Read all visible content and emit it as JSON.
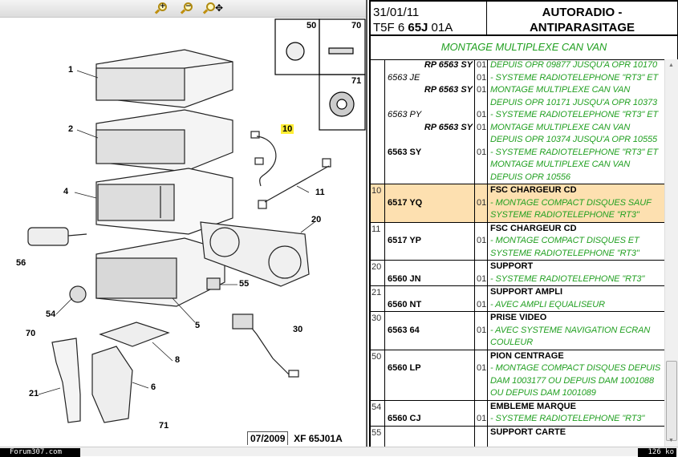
{
  "toolbar": {
    "zoom_in": "zoom-in",
    "zoom_out": "zoom-out",
    "zoom_pan": "zoom-pan"
  },
  "diagram": {
    "callouts": [
      "1",
      "2",
      "4",
      "56",
      "54",
      "70",
      "21",
      "8",
      "6",
      "71",
      "5",
      "55",
      "30",
      "20",
      "11",
      "10",
      "50",
      "70",
      "71"
    ],
    "footer_date": "07/2009",
    "footer_ref": "XF 65J01A"
  },
  "header": {
    "date": "31/01/11",
    "ref_pre": "T5F 6 ",
    "ref_bold": "65J",
    "ref_post": " 01A",
    "title_line1": "AUTORADIO -",
    "title_line2": "ANTIPARASITAGE",
    "subtitle": "MONTAGE MULTIPLEXE CAN VAN"
  },
  "rows": [
    {
      "lines": [
        {
          "ref": "RP 6563 SY",
          "qty": "01",
          "desc": "DEPUIS OPR 09877 JUSQU'A OPR 10170"
        },
        {
          "ref": "6563 JE",
          "qty": "01",
          "desc": "- SYSTEME RADIOTELEPHONE \"RT3\" ET"
        },
        {
          "ref": "RP 6563 SY",
          "qty": "01",
          "desc": "MONTAGE MULTIPLEXE CAN VAN"
        },
        {
          "ref": "",
          "qty": "",
          "desc": "DEPUIS OPR 10171 JUSQU'A OPR 10373"
        },
        {
          "ref": "6563 PY",
          "qty": "01",
          "desc": "- SYSTEME RADIOTELEPHONE \"RT3\" ET"
        },
        {
          "ref": "RP 6563 SY",
          "qty": "01",
          "desc": "MONTAGE MULTIPLEXE CAN VAN"
        },
        {
          "ref": "",
          "qty": "",
          "desc": "DEPUIS OPR 10374 JUSQU'A OPR 10555"
        },
        {
          "ref": "6563 SY",
          "qty": "01",
          "desc": "- SYSTEME RADIOTELEPHONE \"RT3\" ET"
        },
        {
          "ref": "",
          "qty": "",
          "desc": "MONTAGE MULTIPLEXE CAN VAN"
        },
        {
          "ref": "",
          "qty": "",
          "desc": "DEPUIS OPR 10556"
        }
      ]
    },
    {
      "num": "10",
      "ref": "6517 YQ",
      "qty": "01",
      "title": "FSC CHARGEUR CD",
      "desc": "- MONTAGE COMPACT DISQUES SAUF SYSTEME RADIOTELEPHONE \"RT3\""
    },
    {
      "num": "11",
      "ref": "6517 YP",
      "qty": "01",
      "title": "FSC CHARGEUR CD",
      "desc": "- MONTAGE COMPACT DISQUES ET SYSTEME RADIOTELEPHONE \"RT3\""
    },
    {
      "num": "20",
      "ref": "6560 JN",
      "qty": "01",
      "title": "SUPPORT",
      "desc": "- SYSTEME RADIOTELEPHONE \"RT3\""
    },
    {
      "num": "21",
      "ref": "6560 NT",
      "qty": "01",
      "title": "SUPPORT AMPLI",
      "desc": "- AVEC AMPLI EQUALISEUR"
    },
    {
      "num": "30",
      "ref": "6563 64",
      "qty": "01",
      "title": "PRISE VIDEO",
      "desc": "- AVEC SYSTEME NAVIGATION ECRAN COULEUR"
    },
    {
      "num": "50",
      "ref": "6560 LP",
      "qty": "01",
      "title": "PION CENTRAGE",
      "desc": "- MONTAGE COMPACT DISQUES DEPUIS DAM 1003177 OU DEPUIS DAM 1001088 OU DEPUIS DAM 1001089"
    },
    {
      "num": "54",
      "ref": "6560 CJ",
      "qty": "01",
      "title": "EMBLEME MARQUE",
      "desc": "- SYSTEME RADIOTELEPHONE \"RT3\""
    },
    {
      "num": "55",
      "ref": "",
      "qty": "",
      "title": "SUPPORT CARTE",
      "desc": ""
    }
  ],
  "status": {
    "site": "Forum307.com",
    "size": "126 ko"
  },
  "colors": {
    "highlight_row": "#fde0b0",
    "green_text": "#22a022",
    "callout_highlight": "#ffee33"
  }
}
